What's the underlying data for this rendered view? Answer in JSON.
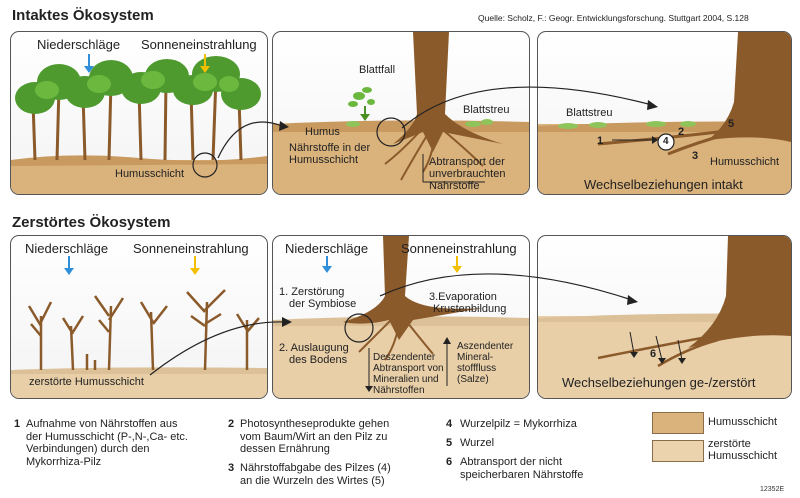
{
  "header": {
    "title_intact": "Intaktes Ökosystem",
    "title_destroyed": "Zerstörtes Ökosystem",
    "source": "Quelle: Scholz, F.: Geogr. Entwicklungsforschung. Stuttgart 2004, S.128"
  },
  "intact": {
    "p1": {
      "precip": "Niederschläge",
      "sun": "Sonneneinstrahlung",
      "humus": "Humusschicht"
    },
    "p2": {
      "leaffall": "Blattfall",
      "litter": "Blattstreu",
      "humus": "Humus",
      "nutrients_1": "Nährstoffe in der",
      "nutrients_2": "Humusschicht",
      "transport_1": "Abtransport der",
      "transport_2": "unverbrauchten",
      "transport_3": "Nährstoffe"
    },
    "p3": {
      "litter": "Blattstreu",
      "humus": "Humusschicht",
      "status": "Wechselbeziehungen intakt",
      "n1": "1",
      "n2": "2",
      "n3": "3",
      "n4": "4",
      "n5": "5"
    }
  },
  "destroyed": {
    "p1": {
      "precip": "Niederschläge",
      "sun": "Sonneneinstrahlung",
      "humus": "zerstörte Humusschicht"
    },
    "p2": {
      "precip": "Niederschläge",
      "sun": "Sonneneinstrahlung",
      "s1_a": "1. Zerstörung",
      "s1_b": "der Symbiose",
      "s2_a": "2. Auslaugung",
      "s2_b": "des Bodens",
      "s3_a": "3.Evaporation",
      "s3_b": "Krustenbildung",
      "desc_1": "Deszendenter",
      "desc_2": "Abtransport von",
      "desc_3": "Mineralien und",
      "desc_4": "Nährstoffen",
      "asc_1": "Aszendenter",
      "asc_2": "Mineral-",
      "asc_3": "stofffluss",
      "asc_4": "(Salze)"
    },
    "p3": {
      "status": "Wechselbeziehungen ge-/zerstört",
      "n6": "6"
    }
  },
  "legend": {
    "items": [
      {
        "num": "1",
        "lines": [
          "Aufnahme von Nährstoffen aus",
          "der Humusschicht (P-,N-,Ca- etc.",
          "Verbindungen) durch den",
          "Mykorrhiza-Pilz"
        ]
      },
      {
        "num": "2",
        "lines": [
          "Photosyntheseprodukte gehen",
          "vom Baum/Wirt an den Pilz zu",
          "dessen Ernährung"
        ]
      },
      {
        "num": "3",
        "lines": [
          "Nährstoffabgabe des Pilzes (4)",
          "an die Wurzeln des Wirtes (5)"
        ]
      },
      {
        "num": "4",
        "lines": [
          "Wurzelpilz = Mykorrhiza"
        ]
      },
      {
        "num": "5",
        "lines": [
          "Wurzel"
        ]
      },
      {
        "num": "6",
        "lines": [
          "Abtransport der nicht",
          "speicherbaren Nährstoffe"
        ]
      }
    ],
    "swatch_humus": "Humusschicht",
    "swatch_destroyed_1": "zerstörte",
    "swatch_destroyed_2": "Humusschicht",
    "code": "12352E"
  },
  "colors": {
    "soil": "#d9b27c",
    "soil_dark": "#c99a60",
    "soil_light": "#e8cfa8",
    "trunk": "#8b5a2b",
    "foliage": "#4e9a2e",
    "rain_arrow": "#2f8fd8",
    "sun_arrow": "#f2c000",
    "leaf_arrow": "#4a8f22"
  }
}
